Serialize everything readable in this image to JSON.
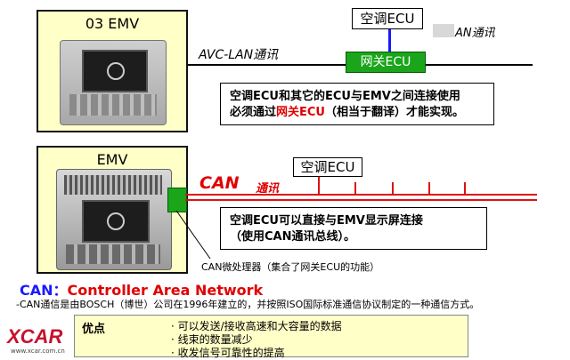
{
  "top": {
    "panel_title": "03 EMV",
    "ecu_label": "空调ECU",
    "gateway_label": "网关ECU",
    "avc_label": "AVC-LAN通讯",
    "avc_right_label": "AN通讯",
    "note_line1": "空调ECU和其它的ECU与EMV之间连接使用",
    "note_line2_a": "必须通过",
    "note_line2_red": "网关ECU",
    "note_line2_b": "（相当于翻译）才能实现。"
  },
  "middle": {
    "panel_title": "EMV",
    "can_label": "CAN",
    "can_suffix": "通讯",
    "ecu_label": "空调ECU",
    "note_line1": "空调ECU可以直接与EMV显示屏连接",
    "note_line2": "（使用CAN通讯总线）。",
    "processor_caption": "CAN微处理器（集合了网关ECU的功能）"
  },
  "bottom": {
    "can_heading": "CAN：",
    "can_heading_full": "Controller Area Network",
    "description": "-CAN通信是由BOSCH（博世）公司在1996年建立的，并按照ISO国际标准通信协议制定的一种通信方式。",
    "advantages_label": "优点",
    "advantages": [
      "· 可以发送/接收高速和大容量的数据",
      "· 线束的数量减少",
      "· 收发信号可靠性的提高"
    ]
  },
  "brand": {
    "logo": "XCAR",
    "url": "www.xcar.com.cn"
  },
  "colors": {
    "panel_fill": "#ffffc8",
    "gateway_green": "#1aa51a",
    "can_red": "#e01010",
    "link_blue": "#1a1aff"
  }
}
